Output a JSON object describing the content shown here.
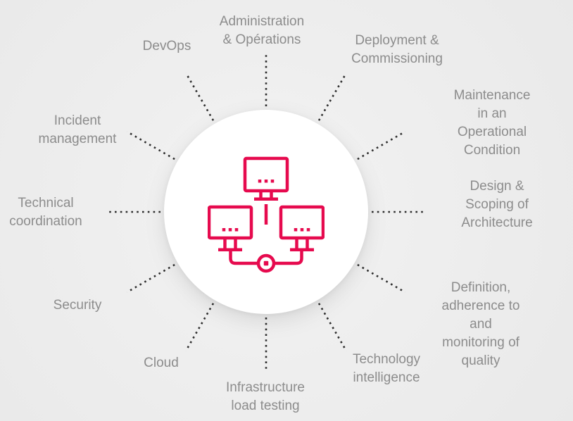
{
  "colors": {
    "background": "#ececec",
    "circle_fill": "#ffffff",
    "accent": "#e60a4e",
    "label_text": "#8c8c8c",
    "connector_dots": "#2d2d2d"
  },
  "center": {
    "icon": "networked-monitors-icon",
    "description": "Three monitors connected to a network node"
  },
  "items": [
    {
      "id": "administration-operations",
      "label": "Administration\n& Opérations"
    },
    {
      "id": "deployment-commissioning",
      "label": "Deployment &\nCommissioning"
    },
    {
      "id": "maintenance-operational-condition",
      "label": "Maintenance in an\nOperational Condition"
    },
    {
      "id": "design-scoping-architecture",
      "label": "Design & Scoping of\nArchitecture"
    },
    {
      "id": "definition-quality",
      "label": "Definition,\nadherence to and\nmonitoring of\nquality"
    },
    {
      "id": "technology-intelligence",
      "label": "Technology\nintelligence"
    },
    {
      "id": "infrastructure-load-testing",
      "label": "Infrastructure\nload testing"
    },
    {
      "id": "cloud",
      "label": "Cloud"
    },
    {
      "id": "security",
      "label": "Security"
    },
    {
      "id": "technical-coordination",
      "label": "Technical\ncoordination"
    },
    {
      "id": "incident-management",
      "label": "Incident\nmanagement"
    },
    {
      "id": "devops",
      "label": "DevOps"
    }
  ]
}
